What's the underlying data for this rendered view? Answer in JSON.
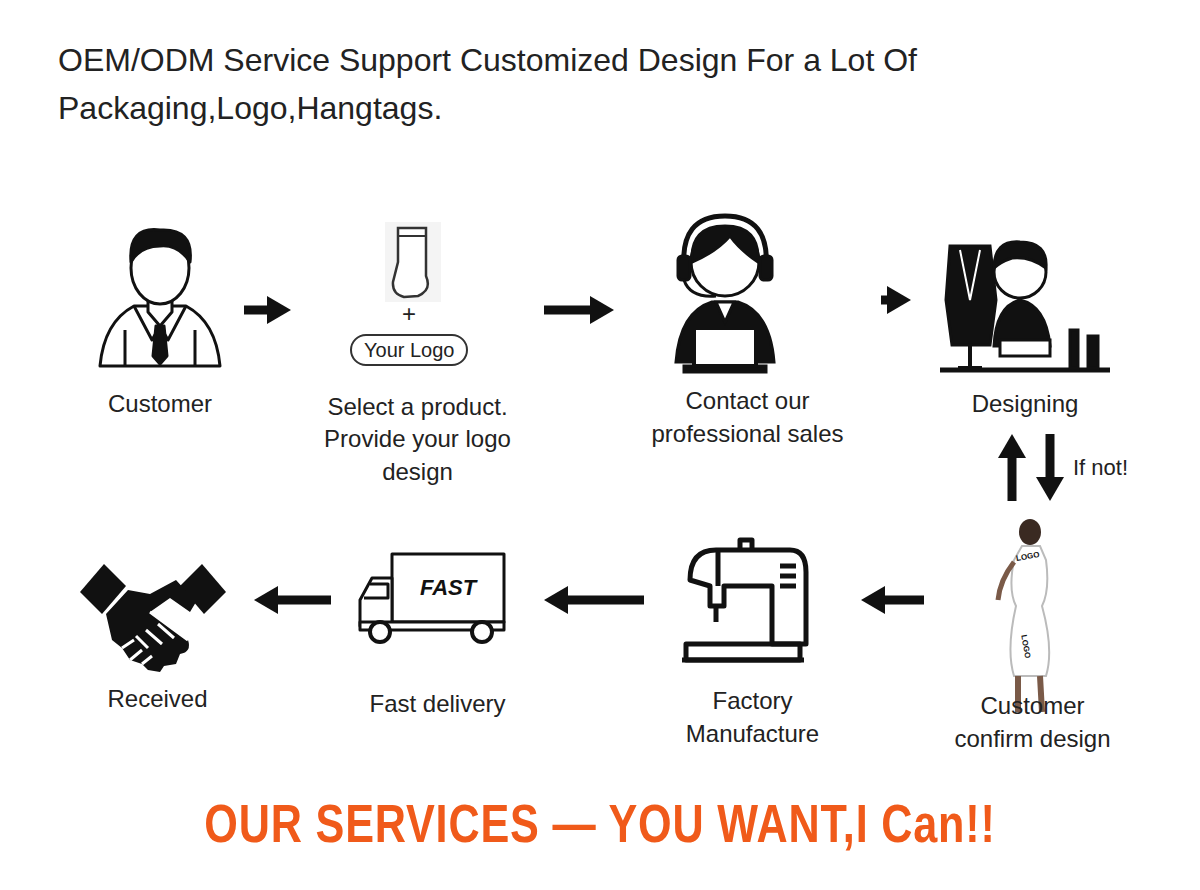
{
  "diagram": {
    "title": "OEM/ODM Service Support Customized Design For a Lot Of Packaging,Logo,Hangtags.",
    "caption": "OUR SERVICES — YOU WANT,I Can!!",
    "nodes": [
      {
        "text": [
          "Customer"
        ]
      },
      {
        "text": [
          "Select a product. Provide your logo design"
        ]
      },
      {
        "text": [
          "Your Logo"
        ],
        "in": 1
      },
      {
        "text": [
          "Contact our professional sales"
        ]
      },
      {
        "text": [
          "Designing"
        ]
      },
      {
        "text": [
          "Customer confirm design"
        ]
      },
      {
        "text": [
          "Factory Manufacture"
        ]
      },
      {
        "text": [
          "Fast delivery"
        ]
      },
      {
        "text": [
          "Received"
        ]
      }
    ],
    "edges": [
      {
        "from": 0,
        "to": 1,
        "arrow": "to"
      },
      {
        "from": 1,
        "to": 3,
        "arrow": "to"
      },
      {
        "from": 3,
        "to": 4,
        "arrow": "to"
      },
      {
        "from": 4,
        "to": 5,
        "arrow": "to",
        "label": "If not!"
      },
      {
        "from": 5,
        "to": 4,
        "arrow": "to"
      },
      {
        "from": 5,
        "to": 6,
        "arrow": "to"
      },
      {
        "from": 6,
        "to": 7,
        "arrow": "to"
      },
      {
        "from": 7,
        "to": 8,
        "arrow": "to"
      }
    ],
    "labels": [
      "+",
      "FAST",
      "LOGO",
      "LOGO"
    ]
  }
}
